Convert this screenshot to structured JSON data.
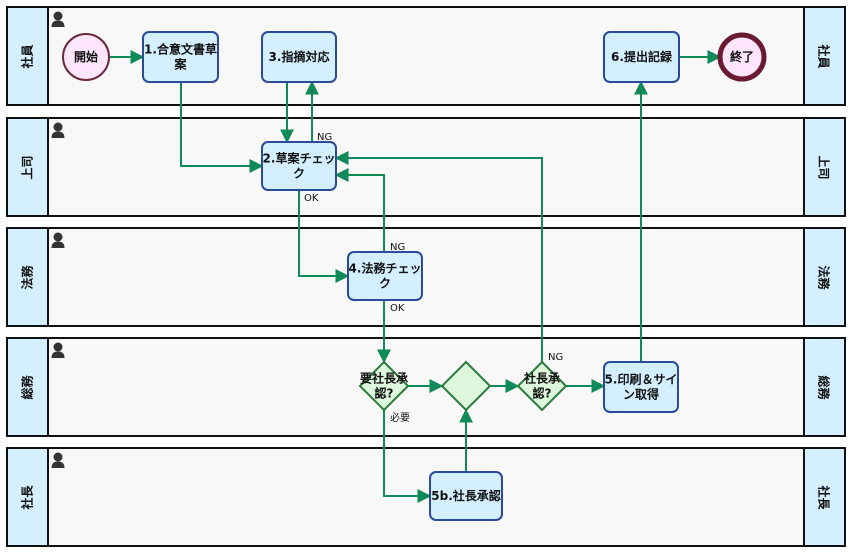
{
  "lanes": [
    {
      "id": "employee",
      "label": "社員"
    },
    {
      "id": "boss",
      "label": "上司"
    },
    {
      "id": "legal",
      "label": "法務"
    },
    {
      "id": "general",
      "label": "総務"
    },
    {
      "id": "president",
      "label": "社長"
    }
  ],
  "lane_icon": "person-icon",
  "nodes": {
    "start": {
      "label": "開始",
      "type": "start-event"
    },
    "draft": {
      "lines": [
        "1.合意文書草",
        "案"
      ],
      "type": "task"
    },
    "fix": {
      "lines": [
        "3.指摘対応"
      ],
      "type": "task"
    },
    "record": {
      "lines": [
        "6.提出記録"
      ],
      "type": "task"
    },
    "end": {
      "label": "終了",
      "type": "end-event"
    },
    "check": {
      "lines": [
        "2.草案チェッ",
        "ク"
      ],
      "type": "task"
    },
    "legal_check": {
      "lines": [
        "4.法務チェッ",
        "ク"
      ],
      "type": "task"
    },
    "need_approval": {
      "lines": [
        "要社長承",
        "認?"
      ],
      "type": "gateway"
    },
    "merge": {
      "lines": [],
      "type": "gateway"
    },
    "approved": {
      "lines": [
        "社長承",
        "認?"
      ],
      "type": "gateway"
    },
    "print_sign": {
      "lines": [
        "5.印刷＆サイ",
        "ン取得"
      ],
      "type": "task"
    },
    "president_approve": {
      "lines": [
        "5b.社長承認"
      ],
      "type": "task"
    }
  },
  "edge_labels": {
    "check_ng": "NG",
    "check_ok": "OK",
    "legal_ng": "NG",
    "legal_ok": "OK",
    "need_required": "必要",
    "approved_ng": "NG"
  },
  "colors": {
    "edge": "#118a5a",
    "task_fill": "#d4efff",
    "task_stroke": "#2a4a9a",
    "gateway_fill": "#dcf7dc",
    "gateway_stroke": "#2a7a3a",
    "start_fill": "#fde5fb",
    "start_stroke": "#6a2a3a",
    "end_stroke": "#6a1a30",
    "lane_header": "#d4efff"
  }
}
